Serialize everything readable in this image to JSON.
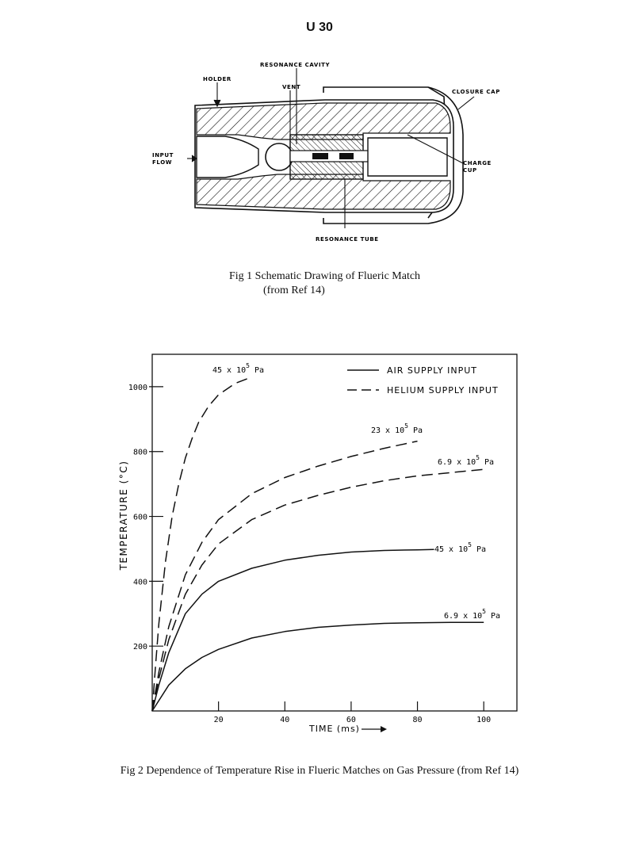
{
  "page": {
    "number": "U 30"
  },
  "figure1": {
    "labels": {
      "resonance_cavity": "RESONANCE CAVITY",
      "holder": "HOLDER",
      "vent": "VENT",
      "closure_cap": "CLOSURE CAP",
      "input_flow_line1": "INPUT",
      "input_flow_line2": "FLOW",
      "charge_cup_line1": "CHARGE",
      "charge_cup_line2": "CUP",
      "resonance_tube": "RESONANCE TUBE"
    },
    "caption_line1": "Fig 1   Schematic Drawing of Flueric Match",
    "caption_line2": "(from Ref 14)"
  },
  "figure2": {
    "caption": "Fig 2   Dependence of Temperature Rise in Flueric Matches on Gas Pressure (from Ref 14)"
  },
  "chart_data": {
    "type": "line",
    "xlabel": "TIME (ms)",
    "ylabel": "TEMPERATURE (°C)",
    "xlim": [
      0,
      110
    ],
    "ylim": [
      0,
      1100
    ],
    "x_ticks": [
      20,
      40,
      60,
      80,
      100
    ],
    "y_ticks": [
      200,
      400,
      600,
      800,
      1000
    ],
    "grid": false,
    "legend_position": "top-right",
    "legend": [
      {
        "label": "AIR SUPPLY INPUT",
        "style": "solid"
      },
      {
        "label": "HELIUM SUPPLY INPUT",
        "style": "dashed"
      }
    ],
    "series": [
      {
        "label_base": "45 x 10",
        "label_exp": "5",
        "label_unit": "Pa",
        "style": "dashed",
        "x": [
          0,
          1,
          2,
          4,
          6,
          8,
          10,
          12,
          14,
          17,
          20,
          25,
          30
        ],
        "y": [
          0,
          140,
          270,
          460,
          600,
          700,
          780,
          840,
          890,
          940,
          975,
          1010,
          1030
        ]
      },
      {
        "label_base": "23 x 10",
        "label_exp": "5",
        "label_unit": "Pa",
        "style": "dashed",
        "x": [
          0,
          2,
          5,
          10,
          15,
          20,
          30,
          40,
          50,
          60,
          70,
          80
        ],
        "y": [
          0,
          120,
          260,
          420,
          520,
          590,
          670,
          720,
          755,
          785,
          810,
          832
        ]
      },
      {
        "label_base": "6.9 x 10",
        "label_exp": "5",
        "label_unit": "Pa",
        "style": "dashed",
        "x": [
          0,
          2,
          5,
          10,
          15,
          20,
          30,
          40,
          50,
          60,
          70,
          80,
          90,
          100
        ],
        "y": [
          0,
          100,
          220,
          360,
          450,
          515,
          590,
          635,
          665,
          690,
          710,
          725,
          735,
          745
        ]
      },
      {
        "label_base": "45 x 10",
        "label_exp": "5",
        "label_unit": "Pa",
        "style": "solid",
        "x": [
          0,
          2,
          5,
          10,
          15,
          20,
          30,
          40,
          50,
          60,
          70,
          80,
          85
        ],
        "y": [
          0,
          80,
          180,
          300,
          360,
          400,
          440,
          465,
          480,
          490,
          495,
          497,
          498
        ]
      },
      {
        "label_base": "6.9 x 10",
        "label_exp": "5",
        "label_unit": "Pa",
        "style": "solid",
        "x": [
          0,
          5,
          10,
          15,
          20,
          30,
          40,
          50,
          60,
          70,
          80,
          90,
          100
        ],
        "y": [
          0,
          80,
          130,
          165,
          190,
          225,
          245,
          258,
          265,
          270,
          272,
          273,
          273
        ]
      }
    ]
  }
}
